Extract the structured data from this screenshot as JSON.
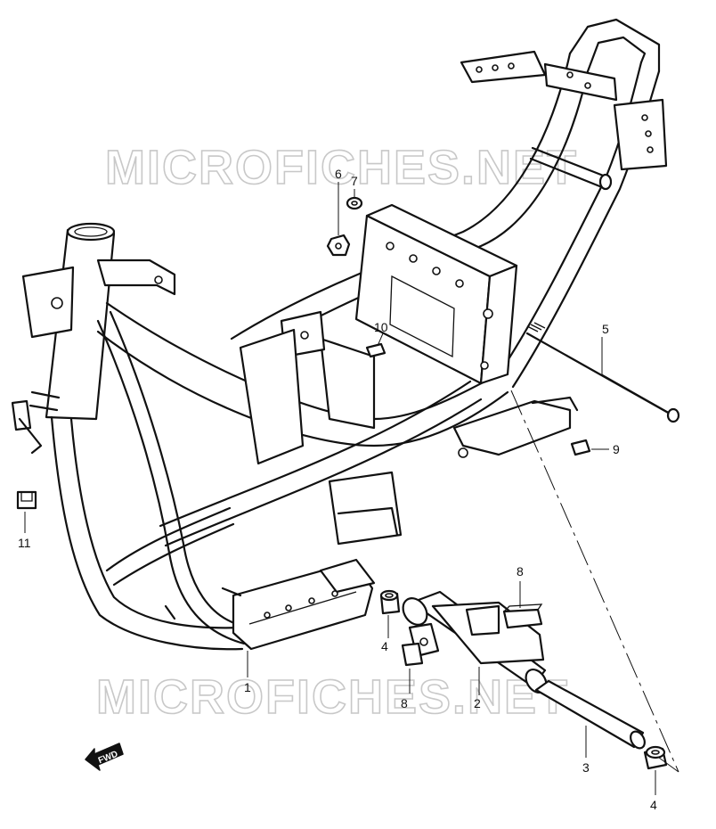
{
  "watermark": {
    "text_top": "MICROFICHES.NET",
    "text_bottom": "MICROFICHES.NET",
    "color": "#c8c8c8"
  },
  "direction_badge": {
    "label": "FWD"
  },
  "callouts": {
    "c1": "1",
    "c2": "2",
    "c3": "3",
    "c4a": "4",
    "c4b": "4",
    "c5": "5",
    "c6": "6",
    "c7": "7",
    "c8a": "8",
    "c8b": "8",
    "c9": "9",
    "c10": "10",
    "c11": "11"
  }
}
